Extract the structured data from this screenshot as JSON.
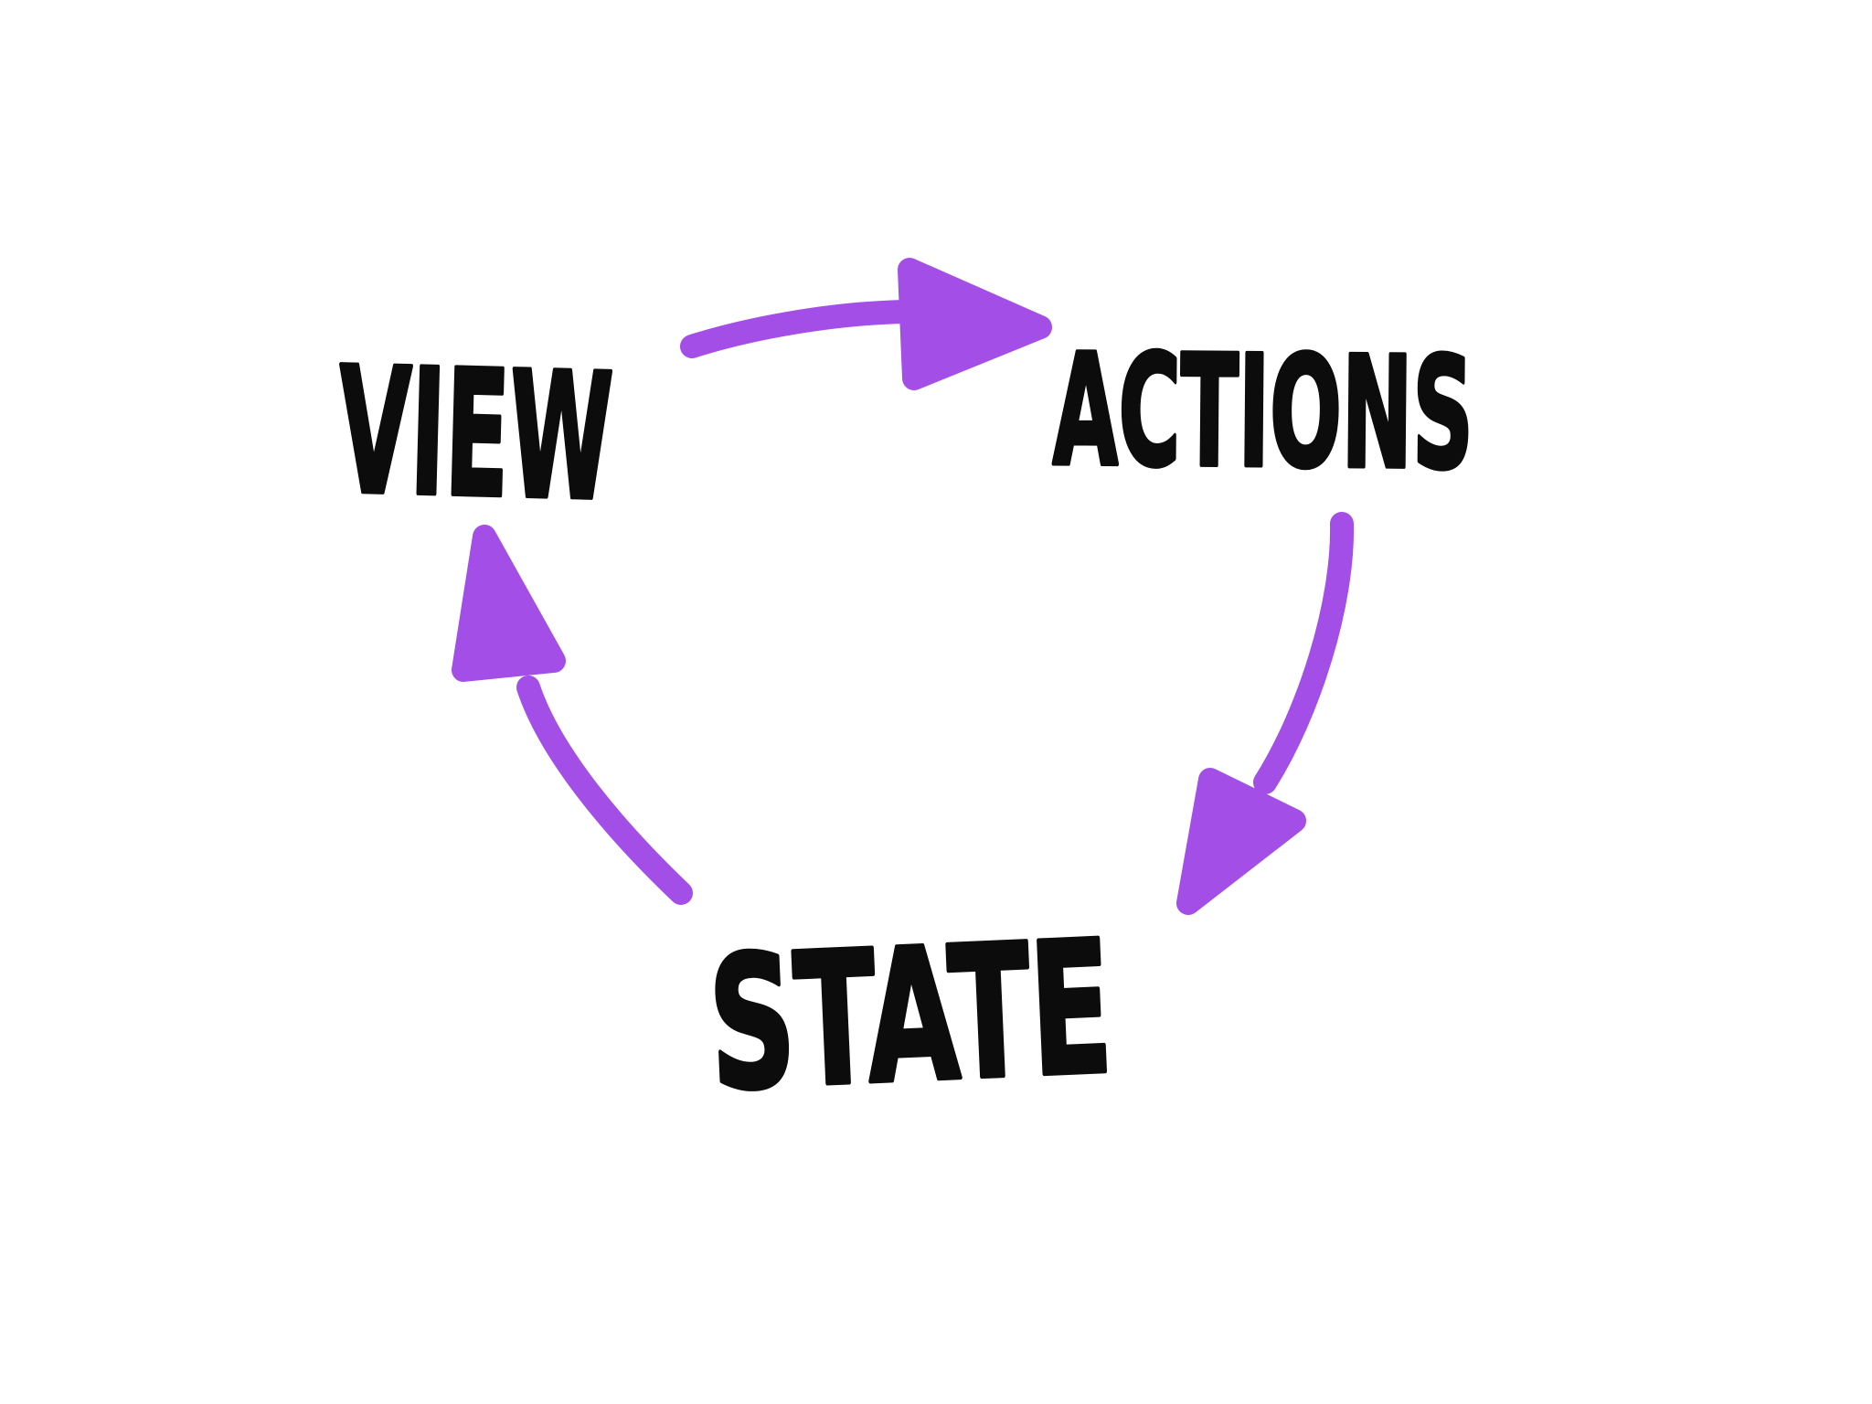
{
  "diagram": {
    "type": "cycle",
    "colors": {
      "background": "#ffffff",
      "ink": "#0c0c0c",
      "arrow": "#a44ee8"
    },
    "nodes": [
      {
        "id": "view",
        "label": "VIEW"
      },
      {
        "id": "actions",
        "label": "ACTIONS"
      },
      {
        "id": "state",
        "label": "STATE"
      }
    ],
    "edges": [
      {
        "from": "view",
        "to": "actions"
      },
      {
        "from": "actions",
        "to": "state"
      },
      {
        "from": "state",
        "to": "view"
      }
    ]
  }
}
